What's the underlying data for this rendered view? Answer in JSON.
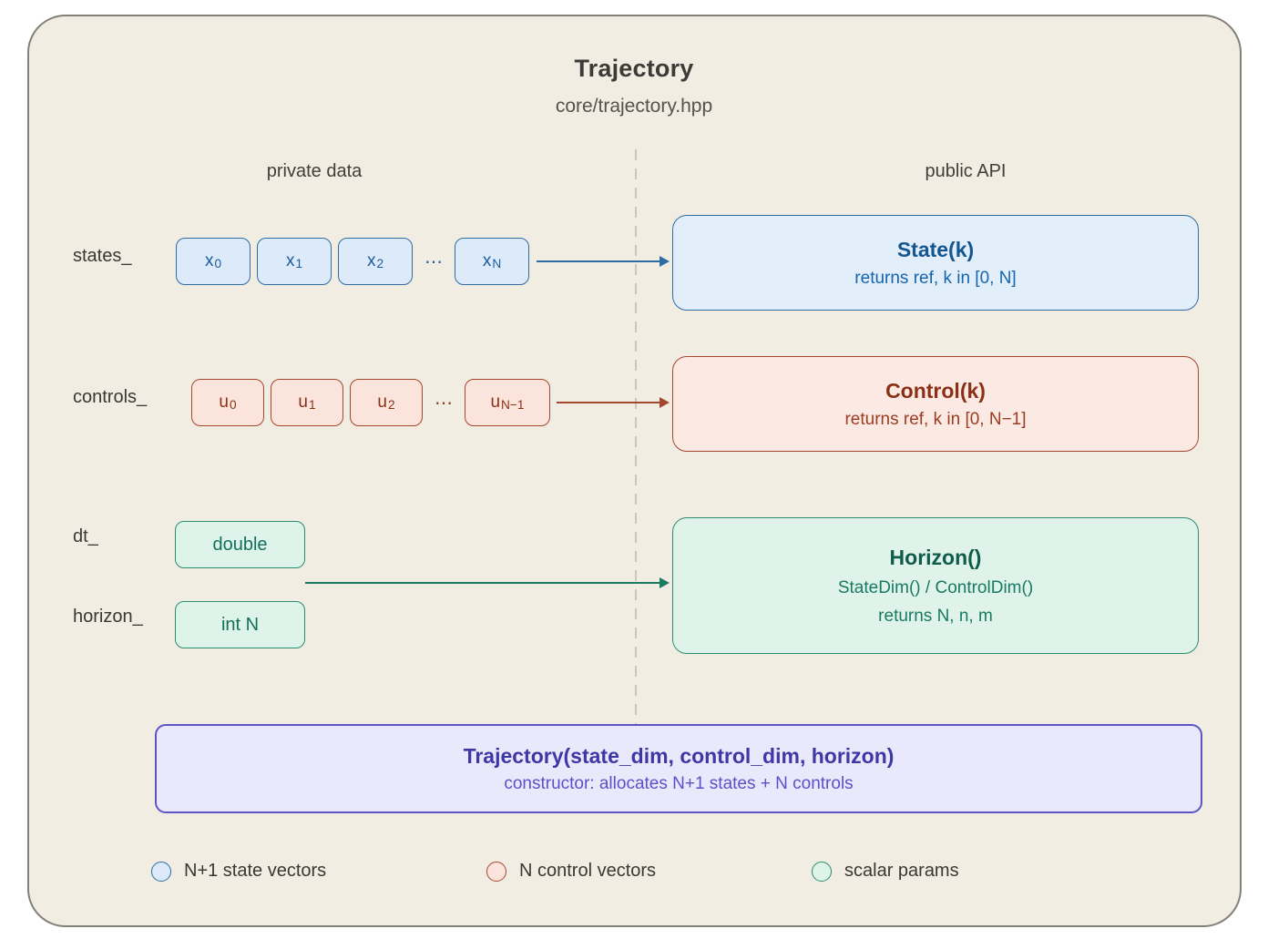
{
  "header": {
    "title": "Trajectory",
    "subtitle": "core/trajectory.hpp"
  },
  "columns": {
    "left_label": "private data",
    "right_label": "public API"
  },
  "memory": {
    "states": {
      "label": "states_",
      "cells": [
        {
          "base": "x",
          "sub": "0"
        },
        {
          "base": "x",
          "sub": "1"
        },
        {
          "base": "x",
          "sub": "2"
        }
      ],
      "ellipsis": "⋯",
      "last_cell": {
        "base": "x",
        "sub": "N"
      }
    },
    "controls": {
      "label": "controls_",
      "cells": [
        {
          "base": "u",
          "sub": "0"
        },
        {
          "base": "u",
          "sub": "1"
        },
        {
          "base": "u",
          "sub": "2"
        }
      ],
      "ellipsis": "⋯",
      "last_cell": {
        "base": "u",
        "sub": "N−1"
      }
    },
    "scalars": {
      "dt_label": "dt_",
      "dt_value": "double",
      "horizon_label": "horizon_",
      "horizon_value": "int N"
    }
  },
  "api": {
    "state": {
      "title": "State(k)",
      "desc": "returns ref, k in [0, N]"
    },
    "control": {
      "title": "Control(k)",
      "desc": "returns ref, k in [0, N−1]"
    },
    "horizon": {
      "title": "Horizon()",
      "line2": "StateDim() / ControlDim()",
      "line3": "returns N, n, m"
    }
  },
  "constructor_box": {
    "title": "Trajectory(state_dim, control_dim, horizon)",
    "desc": "constructor: allocates N+1 states + N controls"
  },
  "legend": [
    {
      "label": "N+1 state vectors",
      "kind": "state"
    },
    {
      "label": "N control vectors",
      "kind": "control"
    },
    {
      "label": "scalar params",
      "kind": "scalar"
    }
  ],
  "colors": {
    "card_bg": "#f1ede3",
    "state_border": "#2e6da4",
    "state_fill": "#ddeafa",
    "state_text": "#14568f",
    "control_border": "#a5462e",
    "control_fill": "#fbe4dc",
    "control_text": "#8c2f17",
    "scalar_border": "#2c8c70",
    "scalar_fill": "#def3ea",
    "scalar_text": "#11705a",
    "ctor_border": "#5c55c5",
    "ctor_fill": "#eae9fb",
    "ctor_text": "#3f37a5"
  }
}
